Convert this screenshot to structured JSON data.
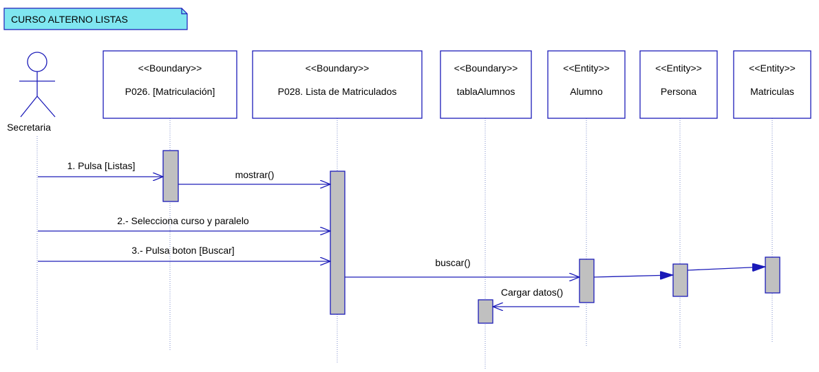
{
  "frame_title": "CURSO ALTERNO LISTAS",
  "colors": {
    "line": "#1a1ab8",
    "activation": "#c0c0c0",
    "title_bg": "#7fe6f0"
  },
  "actor": {
    "label": "Secretaria",
    "icon": "stick-figure-icon"
  },
  "lifelines": [
    {
      "stereotype": "<<Boundary>>",
      "name": "P026. [Matriculación]"
    },
    {
      "stereotype": "<<Boundary>>",
      "name": "P028. Lista de Matriculados"
    },
    {
      "stereotype": "<<Boundary>>",
      "name": "tablaAlumnos"
    },
    {
      "stereotype": "<<Entity>>",
      "name": "Alumno"
    },
    {
      "stereotype": "<<Entity>>",
      "name": "Persona"
    },
    {
      "stereotype": "<<Entity>>",
      "name": "Matriculas"
    }
  ],
  "messages": [
    {
      "label": "1. Pulsa [Listas]"
    },
    {
      "label": "mostrar()"
    },
    {
      "label": "2.- Selecciona curso y paralelo"
    },
    {
      "label": "3.- Pulsa boton [Buscar]"
    },
    {
      "label": "buscar()"
    },
    {
      "label": "Cargar datos()"
    },
    {
      "label": ""
    },
    {
      "label": ""
    }
  ]
}
